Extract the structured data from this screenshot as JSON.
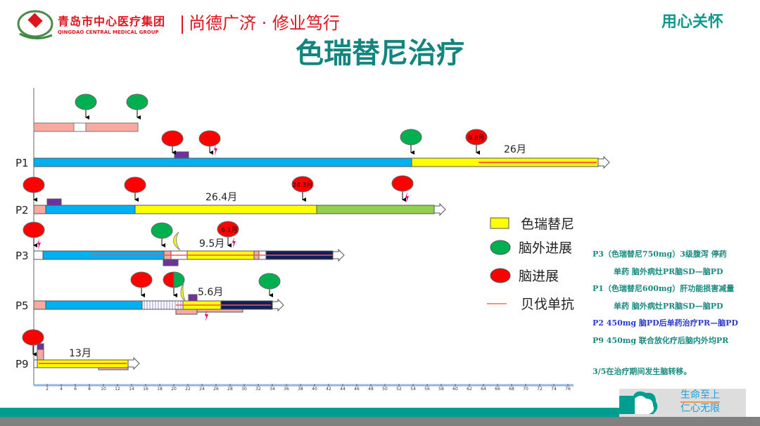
{
  "header": {
    "org_name": "青岛市中心医疗集团",
    "org_name_en": "QINGDAO CENTRAL MEDICAL GROUP",
    "motto": "尚德广济 · 修业笃行",
    "tagline": "用心关怀"
  },
  "title": "色瑞替尼治疗",
  "chart": {
    "patients": [
      "P1",
      "P2",
      "P3",
      "P5",
      "P9"
    ],
    "annotations": {
      "p1_total": "26月",
      "p1_event": "9.8月",
      "p2_total": "26.4月",
      "p2_event": "24.3月",
      "p3_total": "9.5月",
      "p3_event": "6.1月",
      "p5_total": "5.6月",
      "p9_total": "13月"
    },
    "x_ticks": [
      2,
      4,
      6,
      8,
      10,
      12,
      14,
      16,
      18,
      20,
      22,
      24,
      26,
      28,
      30,
      32,
      34,
      36,
      38,
      40,
      42,
      44,
      46,
      48,
      50,
      52,
      54,
      56,
      58,
      60,
      62,
      64,
      66,
      68,
      70,
      72,
      74,
      76
    ]
  },
  "legend": [
    {
      "label": "色瑞替尼",
      "color": "#ffff00"
    },
    {
      "label": "脑外进展",
      "color": "#00b050"
    },
    {
      "label": "脑进展",
      "color": "#ff0000"
    },
    {
      "label": "贝伐单抗",
      "color": "#ff6666"
    }
  ],
  "notes": [
    "P3（色瑞替尼750mg）3级腹泻 停药",
    "单药 脑外病灶PR脑SD—脑PD",
    "P1（色瑞替尼600mg）肝功能损害减量",
    "单药 脑外病灶PR脑SD—脑PD",
    "P2  450mg 脑PD后单药治疗PR—脑PD",
    "P9  450mg 联合放化疗后脑内外均PR",
    "3/5在治疗期间发生脑转移。"
  ],
  "footer": {
    "slogan1": "生命至上",
    "slogan2": "仁心无限"
  }
}
